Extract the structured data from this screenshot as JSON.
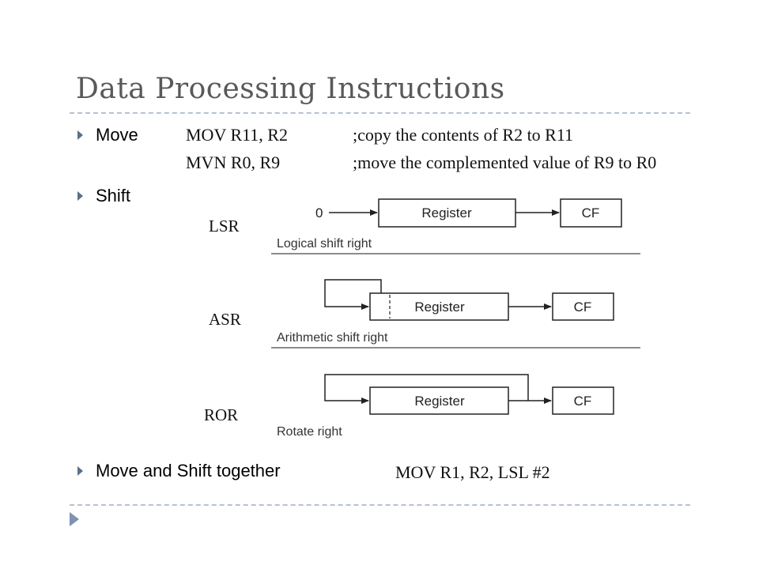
{
  "slide": {
    "title": "Data Processing Instructions"
  },
  "bullets": {
    "move": "Move",
    "shift": "Shift",
    "move_shift": "Move and Shift together"
  },
  "move_code": [
    {
      "instr": "MOV R11, R2",
      "comment": ";copy the contents of R2 to R11"
    },
    {
      "instr": "MVN R0, R9",
      "comment": ";move the complemented value of R9 to R0"
    }
  ],
  "shift_ops": [
    {
      "label": "LSR",
      "input": "0",
      "register": "Register",
      "flag": "CF",
      "caption": "Logical shift right"
    },
    {
      "label": "ASR",
      "register": "Register",
      "flag": "CF",
      "caption": "Arithmetic shift right"
    },
    {
      "label": "ROR",
      "register": "Register",
      "flag": "CF",
      "caption": "Rotate right"
    }
  ],
  "move_shift_code": "MOV R1, R2, LSL #2",
  "colors": {
    "title": "#595959",
    "bullet": "#5b7089",
    "rule": "#b7c3d1",
    "footer_marker": "#7f93b0"
  }
}
